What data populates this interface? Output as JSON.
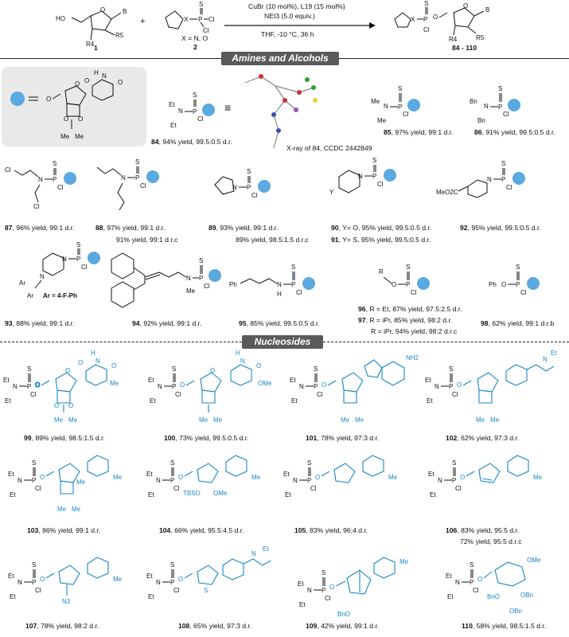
{
  "scheme": {
    "sm1_label": "1",
    "sm2_label": "2",
    "sm2_note": "X = N, O",
    "conditions_line1": "CuBr (10 mol%), L19 (15 mol%)",
    "conditions_line2": "NEt3 (5.0 equiv.)",
    "conditions_line3": "THF, -10 °C, 36 h",
    "product_label": "84 - 110",
    "atoms": {
      "B": "B",
      "R4": "R4",
      "R5": "R5",
      "HO": "HO",
      "X": "X",
      "S": "S",
      "P": "P",
      "Cl": "Cl",
      "O": "O"
    }
  },
  "sections": {
    "amines_title": "Amines and Alcohols",
    "nucleosides_title": "Nucleosides"
  },
  "xray": {
    "caption": "X-ray of 84, CCDC 2442849"
  },
  "compounds": [
    {
      "id": "84",
      "text": ", 94% yield,  99.5:0.5 d.r."
    },
    {
      "id": "85",
      "text": ", 97% yield,  99:1 d.r."
    },
    {
      "id": "86",
      "text": ", 91% yield, 99.5:0.5 d.r."
    },
    {
      "id": "87",
      "text": ", 96% yield, 99:1 d.r."
    },
    {
      "id": "88",
      "text": ", 97% yield, 99:1 d.r."
    },
    {
      "id": "88b",
      "text": "91% yield, 99:1 d.r.c"
    },
    {
      "id": "89",
      "text": ", 93% yield, 99:1 d.r."
    },
    {
      "id": "89b",
      "text": "89% yield, 98.5:1.5 d.r.c"
    },
    {
      "id": "90",
      "text": ", Y= O, 95% yield, 99.5:0.5 d.r."
    },
    {
      "id": "91",
      "text": ", Y= S, 95% yield, 99.5:0.5 d.r."
    },
    {
      "id": "92",
      "text": ", 95% yield, 99.5:0.5 d.r."
    },
    {
      "id": "93",
      "text": ", 88% yield, 99:1 d.r."
    },
    {
      "id": "94",
      "text": ", 92% yield,  99:1 d.r."
    },
    {
      "id": "95",
      "text": ", 85% yield,  99.5:0.5 d.r."
    },
    {
      "id": "96",
      "text": ", R = Et, 87% yield, 97.5:2.5 d.r."
    },
    {
      "id": "97",
      "text": ", R = iPr, 85% yield, 98:2 d.r."
    },
    {
      "id": "97b",
      "text": "R = iPr, 94% yield, 98:2 d.r.c"
    },
    {
      "id": "98",
      "text": ", 62% yield, 99:1 d.r.b"
    },
    {
      "id": "99",
      "text": ", 89% yield, 98.5:1.5 d.r."
    },
    {
      "id": "100",
      "text": ", 73% yield,  99.5:0.5 d.r."
    },
    {
      "id": "101",
      "text": ", 78% yield, 97:3 d.r."
    },
    {
      "id": "102",
      "text": ", 62% yield, 97:3 d.r."
    },
    {
      "id": "103",
      "text": ", 86% yield,  99:1 d.r."
    },
    {
      "id": "104",
      "text": ", 66% yield,  95.5:4.5 d.r."
    },
    {
      "id": "105",
      "text": ", 83% yield, 96:4 d.r."
    },
    {
      "id": "106",
      "text": ", 83% yield, 95:5 d.r."
    },
    {
      "id": "106b",
      "text": "72% yield, 95:5 d.r.c"
    },
    {
      "id": "107",
      "text": ", 78% yield, 98:2 d.r."
    },
    {
      "id": "108",
      "text": ", 65% yield, 97:3 d.r."
    },
    {
      "id": "109",
      "text": ", 42% yield, 99:1 d.r."
    },
    {
      "id": "110",
      "text": ", 58% yield, 98.5:1.5 d.r."
    }
  ],
  "atoms": {
    "S": "S",
    "P": "P",
    "Cl": "Cl",
    "N": "N",
    "O": "O",
    "H": "H",
    "Et": "Et",
    "Me": "Me",
    "Bn": "Bn",
    "Ph": "Ph",
    "Ar": "Ar",
    "Y": "Y",
    "R": "R",
    "NH2": "NH2",
    "N3": "N3",
    "OMe": "OMe",
    "TBSO": "TBSO",
    "BnO": "BnO",
    "OBn": "OBn",
    "MeO2C": "MeO2C",
    "Ar_def": "Ar = 4-F-Ph"
  },
  "colors": {
    "accent": "#1a86c8",
    "sphere": "#5aa9e0",
    "banner": "#5a5a5a",
    "highlight_box": "#e9e9e9"
  }
}
